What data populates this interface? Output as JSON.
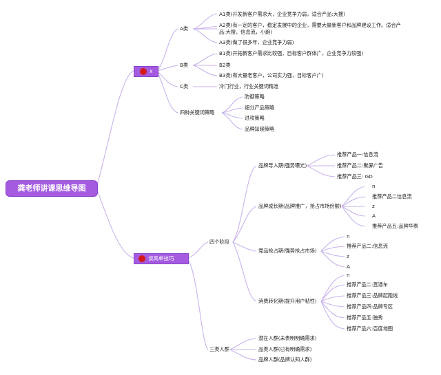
{
  "root": {
    "label": "龚老师讲课思维导图"
  },
  "branch1": {
    "marker": "x",
    "icon": "red-circle-cross-icon",
    "groups": [
      {
        "label": "A类",
        "items": [
          "A1类(开发新客户需求大，企业竞争力弱，适合产品:大搜)",
          "A2类(有一定的客户，稳定发展中的企业，需要大量新客户和品牌建设工作。适合产品:大搜，信息流，小跑)",
          "A3类(做了很多年，企业竞争力弱)"
        ]
      },
      {
        "label": "B类",
        "items": [
          "B1类(开拓新客户需求比较强，目标客户群体广，企业竞争力较强)",
          "B2类",
          "B3类(有大量老客户，公司实力强，目标客户广)"
        ]
      },
      {
        "label": "C类",
        "items": [
          "冷门行业，行业关键词精准"
        ]
      },
      {
        "label": "四种关键词策略",
        "items": [
          "防御策略",
          "细分产品策略",
          "进攻策略",
          "品牌知晓策略"
        ]
      }
    ]
  },
  "branch2": {
    "label": "谈高单技巧",
    "icon": "red-circle-icon",
    "stages": {
      "label": "四个阶段",
      "items": [
        {
          "label": "品牌导入期(强势曝光)",
          "children": [
            "推荐产品一:信息流",
            "推荐产品二:聚屏广告",
            "推荐产品三: GD"
          ]
        },
        {
          "label": "品牌成长期(品牌推广，抢占市场份额)",
          "children": [
            "n",
            "推荐产品二信息流",
            "z",
            "A",
            "推荐产品五:品牌华表"
          ]
        },
        {
          "label": "竞品抢占期(强势抢占市场)",
          "children": [
            "n",
            "推荐产品二:信息流",
            "z",
            "A"
          ]
        },
        {
          "label": "消费转化期(提升用户粘性)",
          "children": [
            "n",
            "推荐产品二:直通车",
            "推荐产品三:品牌起跑线",
            "推荐产品四:品牌专区",
            "推荐产品五:独秀",
            "推荐产品六:百度地图"
          ]
        }
      ]
    },
    "audience": {
      "label": "三类人群",
      "items": [
        "潜在人群(未表明明确需求)",
        "品类人群(已有明确需求)",
        "品牌人群(品牌认知人群)"
      ]
    }
  },
  "colors": {
    "accent": "#a45be0",
    "line": "#c9b3ea",
    "dot": "#d31a1a"
  }
}
